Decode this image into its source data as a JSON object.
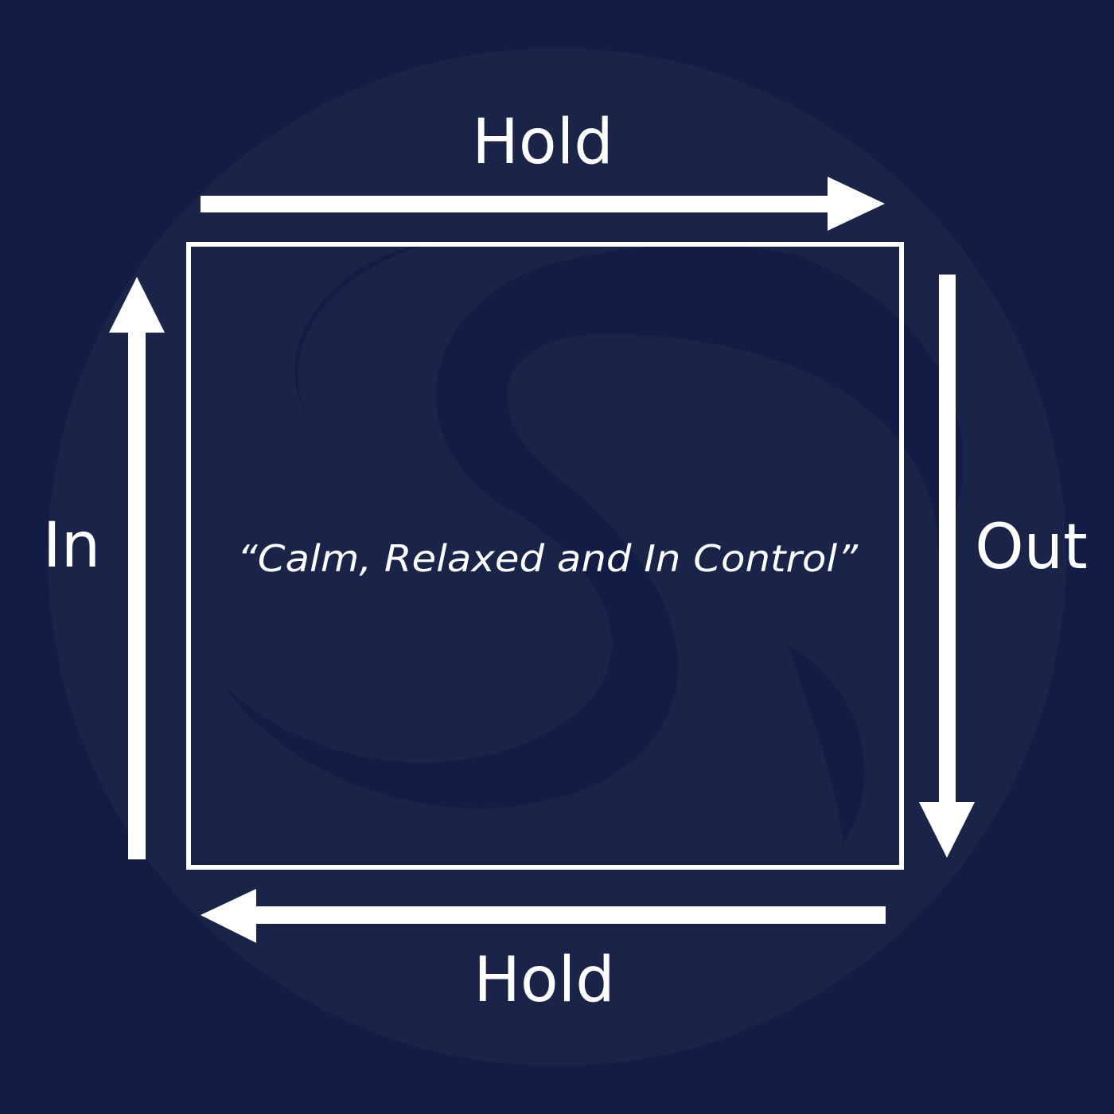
{
  "colors": {
    "background": "#121c45",
    "watermark": "#1b2548",
    "foreground": "#ffffff"
  },
  "labels": {
    "top": "Hold",
    "right": "Out",
    "bottom": "Hold",
    "left": "In"
  },
  "center_quote": "“Calm, Relaxed and In Control”",
  "watermark_icon": "swirl-logo-icon"
}
